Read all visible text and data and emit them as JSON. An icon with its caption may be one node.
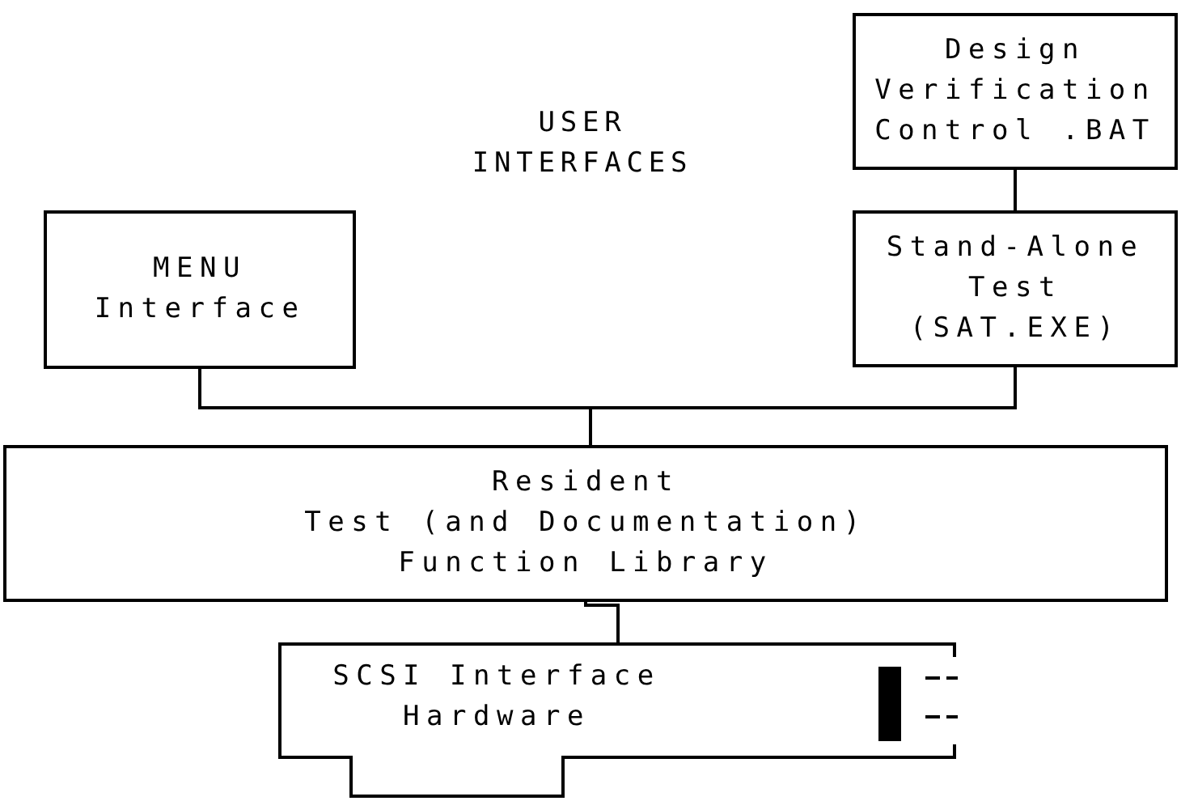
{
  "diagram": {
    "nodes": [
      {
        "text": [
          "Design Verification Control .BAT"
        ]
      },
      {
        "text": [
          "MENU Interface"
        ]
      },
      {
        "text": [
          "Stand-Alone Test (SAT.EXE)"
        ]
      },
      {
        "text": [
          "Resident",
          "Test (and Documentation)",
          "Function Library"
        ]
      },
      {
        "text": [
          "SCSI Interface Hardware"
        ]
      }
    ],
    "edges": [
      {
        "from": 0,
        "to": 2,
        "arrow": "none"
      },
      {
        "from": 1,
        "to": 3,
        "arrow": "none"
      },
      {
        "from": 2,
        "to": 3,
        "arrow": "none"
      },
      {
        "from": 3,
        "to": 4,
        "arrow": "none"
      }
    ],
    "labels": [
      "USER INTERFACES"
    ]
  }
}
